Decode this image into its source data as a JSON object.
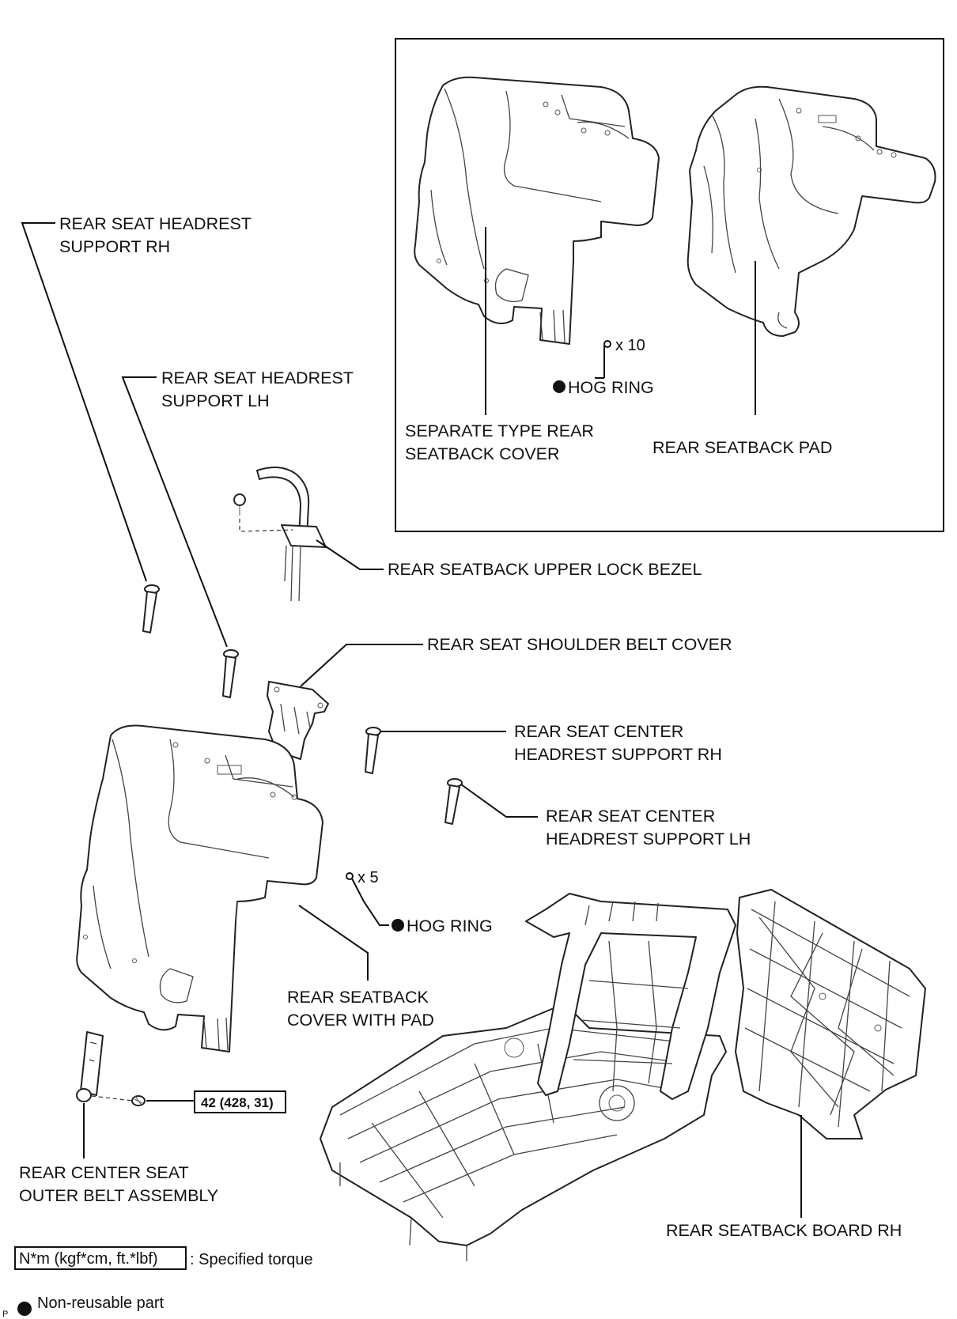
{
  "labels": {
    "headrest_support_rh": [
      "REAR SEAT HEADREST",
      "SUPPORT RH"
    ],
    "headrest_support_lh": [
      "REAR SEAT HEADREST",
      "SUPPORT LH"
    ],
    "upper_lock_bezel": "REAR SEATBACK UPPER LOCK BEZEL",
    "shoulder_belt_cover": "REAR SEAT SHOULDER BELT COVER",
    "center_headrest_support_rh": [
      "REAR SEAT CENTER",
      "HEADREST SUPPORT RH"
    ],
    "center_headrest_support_lh": [
      "REAR SEAT CENTER",
      "HEADREST SUPPORT LH"
    ],
    "seatback_cover_with_pad": [
      "REAR SEATBACK",
      "COVER WITH PAD"
    ],
    "center_seat_outer_belt": [
      "REAR CENTER SEAT",
      "OUTER BELT ASSEMBLY"
    ],
    "seatback_board_rh": "REAR SEATBACK BOARD RH",
    "separate_type_cover": [
      "SEPARATE TYPE REAR",
      "SEATBACK COVER"
    ],
    "seatback_pad": "REAR SEATBACK PAD",
    "hog_ring": "HOG RING"
  },
  "quantities": {
    "inset_hog_ring": "x 10",
    "main_hog_ring": "x 5"
  },
  "torque": {
    "value": "42 (428, 31)"
  },
  "legend": {
    "torque_box": "N*m (kgf*cm, ft.*lbf)",
    "torque_desc": ": Specified torque",
    "nonreusable_desc": "Non-reusable part"
  },
  "corner_mark": "P"
}
